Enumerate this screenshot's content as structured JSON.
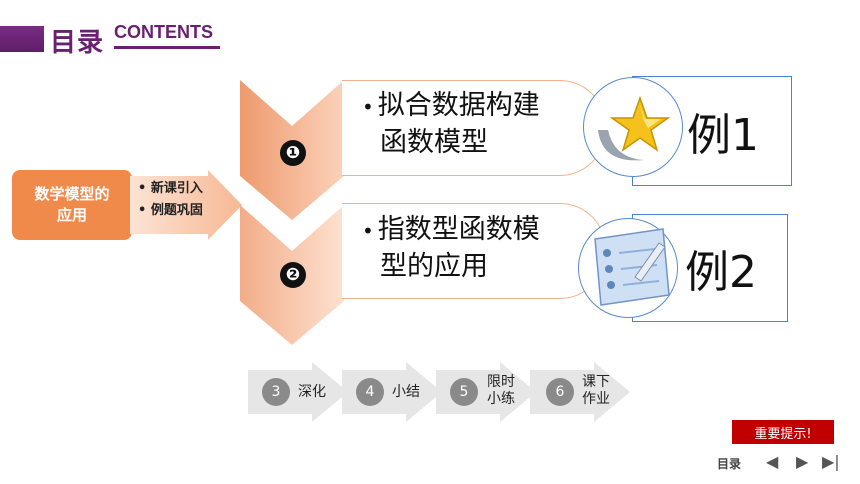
{
  "header": {
    "title_cn": "目录",
    "title_en": "CONTENTS"
  },
  "topic": {
    "label_line1": "数学模型的",
    "label_line2": "应用",
    "subitems": [
      "• 新课引入",
      "• 例题巩固"
    ]
  },
  "items": [
    {
      "number": "❶",
      "lines": [
        "拟合数据构建",
        "函数模型"
      ],
      "example": "例1",
      "icon": "star-icon"
    },
    {
      "number": "❷",
      "lines": [
        "指数型函数模",
        "型的应用"
      ],
      "example": "例2",
      "icon": "notepad-icon"
    }
  ],
  "steps": [
    {
      "number": "3",
      "lines": [
        "深化"
      ]
    },
    {
      "number": "4",
      "lines": [
        "小结"
      ]
    },
    {
      "number": "5",
      "lines": [
        "限时",
        "小练"
      ]
    },
    {
      "number": "6",
      "lines": [
        "课下",
        "作业"
      ]
    }
  ],
  "notice": {
    "label": "重要提示!"
  },
  "nav": {
    "toc_label": "目录",
    "prev": "◀",
    "next": "▶",
    "last": "▶|"
  },
  "colors": {
    "accent_purple": "#6a2072",
    "orange": "#ef8a4a",
    "notice_red": "#c00000",
    "link_blue": "#4a82d0"
  }
}
